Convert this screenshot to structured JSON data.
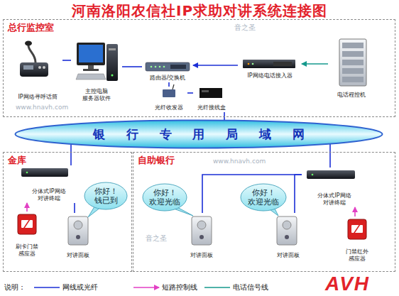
{
  "diagram": {
    "title": "河南洛阳农信社IP求助对讲系统连接图",
    "nodes": [
      {
        "text": [
          "总行监控室"
        ]
      },
      {
        "text": [
          "IP网络寻呼话筒"
        ],
        "in": 0
      },
      {
        "text": [
          "主控电脑 服务器软件"
        ],
        "in": 0
      },
      {
        "text": [
          "路由器/交换机"
        ],
        "in": 0
      },
      {
        "text": [
          "IP网络电话接入器"
        ],
        "in": 0
      },
      {
        "text": [
          "电话程控机"
        ],
        "in": 0
      },
      {
        "text": [
          "光纤收发器"
        ],
        "in": 0
      },
      {
        "text": [
          "光纤接线盒"
        ],
        "in": 0
      },
      {
        "text": [
          "银 行 专 用 局 域 网"
        ]
      },
      {
        "text": [
          "金库"
        ]
      },
      {
        "text": [
          "分体式IP网络 对讲终端"
        ],
        "in": 9
      },
      {
        "text": [
          "刷卡门禁 感应器"
        ],
        "in": 9
      },
      {
        "text": [
          "对讲面板"
        ],
        "in": 9
      },
      {
        "text": [
          "你好！ 钱已到"
        ],
        "in": 9
      },
      {
        "text": [
          "自助银行"
        ]
      },
      {
        "text": [
          "对讲面板"
        ],
        "in": 14
      },
      {
        "text": [
          "你好！ 欢迎光临"
        ],
        "in": 14
      },
      {
        "text": [
          "你好！ 欢迎光临"
        ],
        "in": 14
      },
      {
        "text": [
          "对讲面板"
        ],
        "in": 14
      },
      {
        "text": [
          "分体式IP网络 对讲终端"
        ],
        "in": 14
      },
      {
        "text": [
          "门禁红外 感应器"
        ],
        "in": 14
      }
    ],
    "edges": [
      {
        "from": 1,
        "to": 2,
        "arrow": "none"
      },
      {
        "from": 2,
        "to": 3,
        "arrow": "none"
      },
      {
        "from": 4,
        "to": 3,
        "arrow": "to"
      },
      {
        "from": 5,
        "to": 4,
        "arrow": "to"
      },
      {
        "from": 3,
        "to": 6,
        "arrow": "none"
      },
      {
        "from": 6,
        "to": 7,
        "arrow": "none"
      },
      {
        "from": 7,
        "to": 8,
        "arrow": "none"
      },
      {
        "from": 8,
        "to": 10,
        "arrow": "none"
      },
      {
        "from": 8,
        "to": 19,
        "arrow": "none"
      },
      {
        "from": 11,
        "to": 10,
        "arrow": "to"
      },
      {
        "from": 10,
        "to": 12,
        "arrow": "none"
      },
      {
        "from": 19,
        "to": 18,
        "arrow": "none"
      },
      {
        "from": 19,
        "to": 15,
        "arrow": "none"
      },
      {
        "from": 20,
        "to": 19,
        "arrow": "to"
      }
    ],
    "labels": [
      "音之圣",
      "www.hnavh.com",
      "音之圣",
      "www.hnavh.com",
      "AVH",
      "说明："
    ],
    "legend": [
      {
        "text": "网线或光纤"
      },
      {
        "text": "短路控制线"
      },
      {
        "text": "电话信号线"
      }
    ]
  }
}
